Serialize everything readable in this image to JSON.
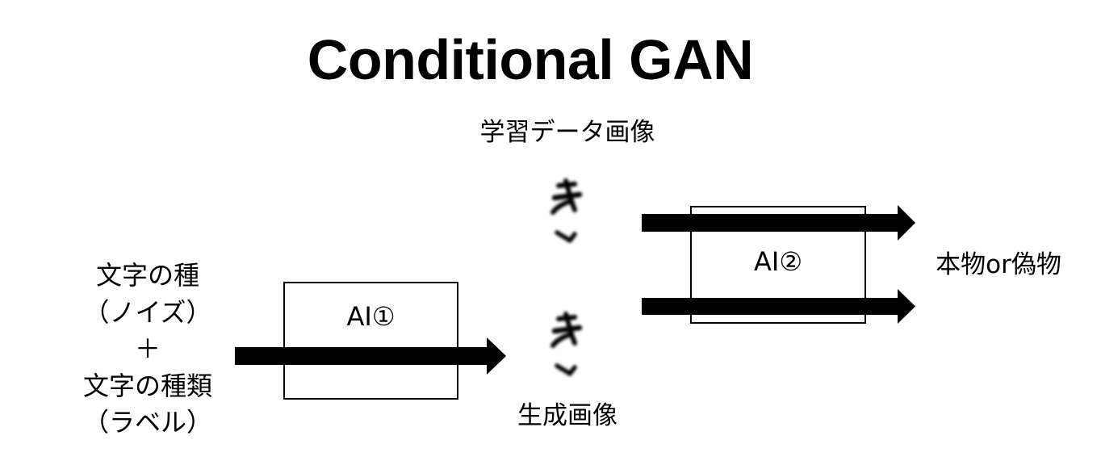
{
  "title": "Conditional GAN",
  "training_data": {
    "label": "学習データ画像",
    "image_icon": "handwritten-ki-image"
  },
  "generator": {
    "label": "AI①",
    "input_lines": [
      "文字の種",
      "（ノイズ）",
      "＋",
      "文字の種類",
      "（ラベル）"
    ]
  },
  "generated": {
    "label": "生成画像",
    "image_icon": "handwritten-ki-image"
  },
  "discriminator": {
    "label": "AI②",
    "output_label": "本物or偽物"
  },
  "colors": {
    "background": "#ffffff",
    "ink": "#000000"
  }
}
